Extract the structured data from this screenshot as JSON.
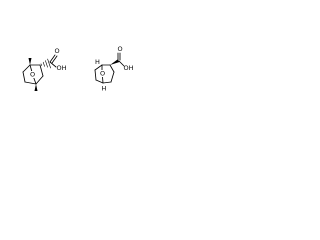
{
  "molecules": [
    {
      "name": "oxanorbornane-carboxylic-acid-left",
      "labels": {
        "bridge_oxygen": "O",
        "carbonyl_oxygen": "O",
        "hydroxyl": "OH"
      }
    },
    {
      "name": "oxanorbornane-carboxylic-acid-right",
      "labels": {
        "bridge_oxygen": "O",
        "carbonyl_oxygen": "O",
        "hydroxyl": "OH",
        "stereo_h_top": "H",
        "stereo_h_bottom": "H"
      }
    }
  ]
}
